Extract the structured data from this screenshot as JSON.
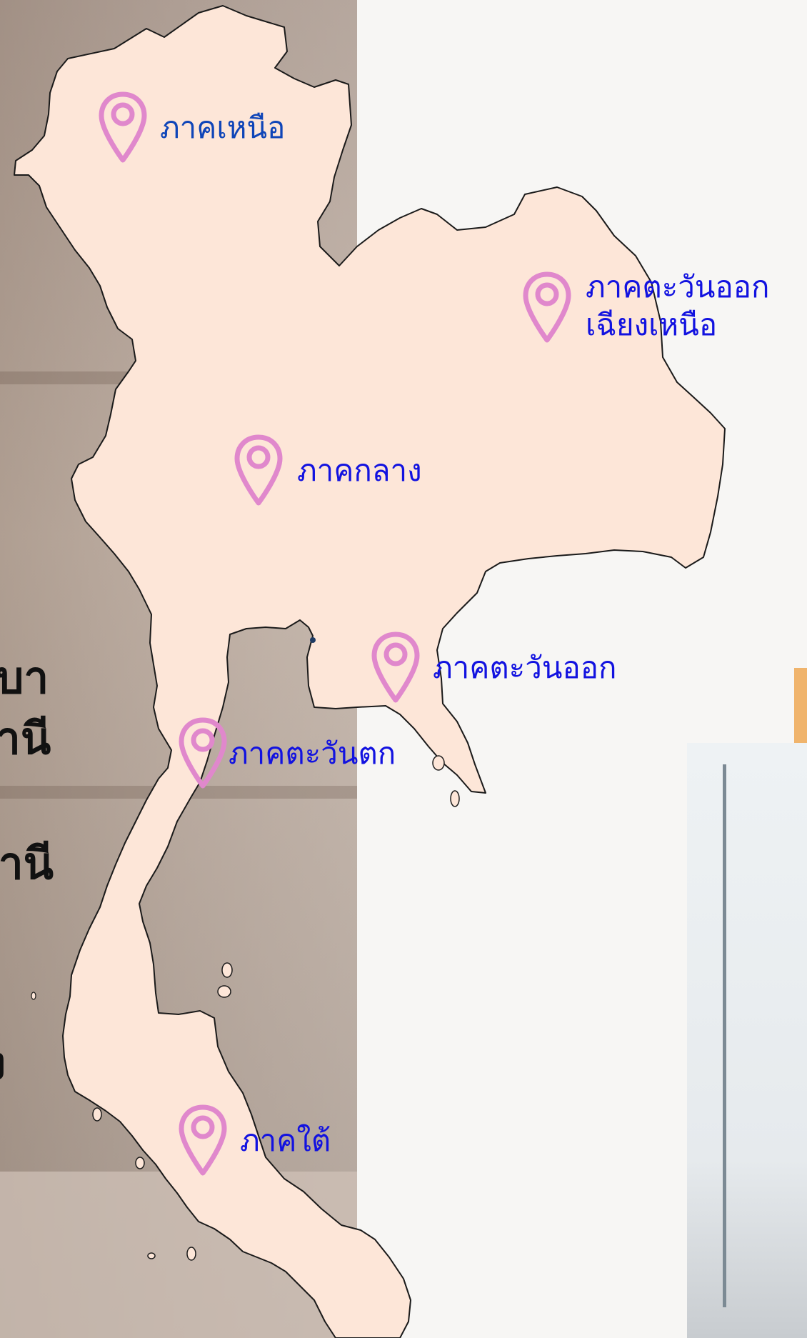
{
  "side_text": [
    "บา",
    "านี",
    "ธานี",
    "ี",
    "ง"
  ],
  "regions": {
    "north": {
      "label": "ภาคเหนือ"
    },
    "northeast": {
      "label_line1": "ภาคตะวันออก",
      "label_line2": "เฉียงเหนือ"
    },
    "central": {
      "label": "ภาคกลาง"
    },
    "east": {
      "label": "ภาคตะวันออก"
    },
    "west": {
      "label": "ภาคตะวันตก"
    },
    "south": {
      "label": "ภาคใต้"
    }
  },
  "colors": {
    "map_fill": "#fde6d8",
    "map_stroke": "#1a1a1a",
    "pin": "#e088cc",
    "label": "#1212e0",
    "label_north": "#0f45b8"
  },
  "icons": {
    "pin": "map-pin-icon"
  }
}
